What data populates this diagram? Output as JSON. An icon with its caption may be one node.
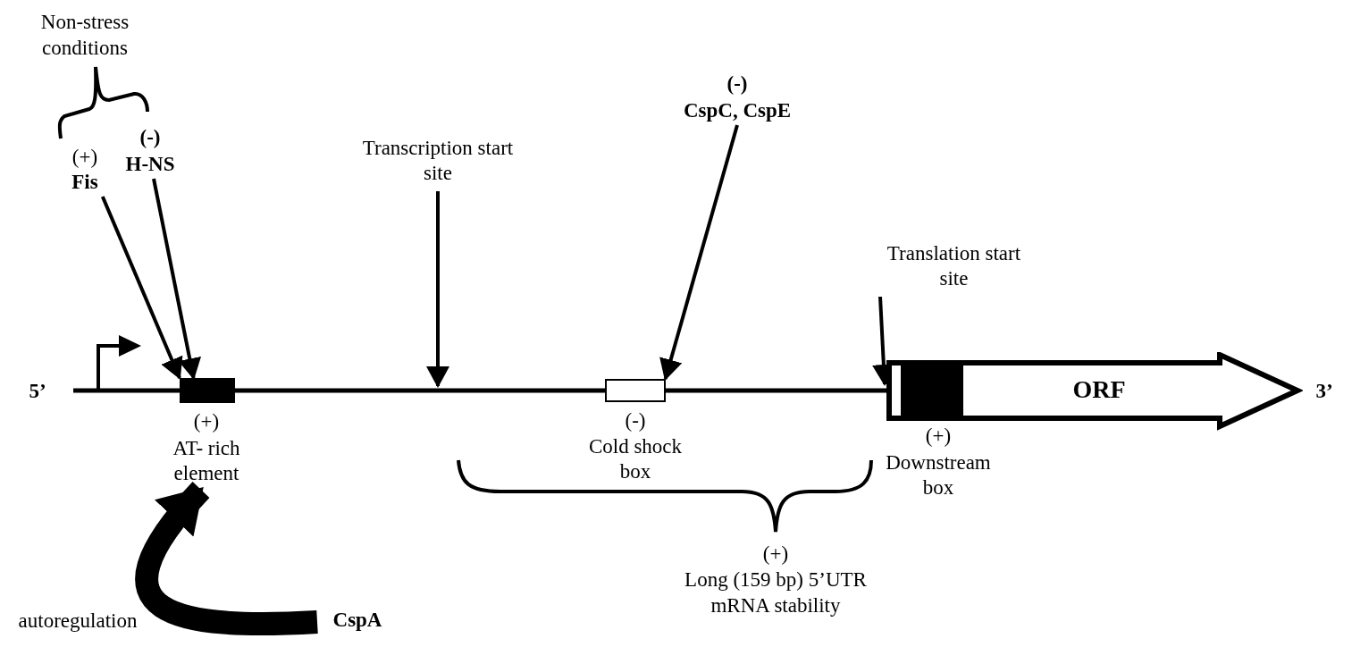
{
  "diagram": {
    "nodes": [
      {
        "text": [
          "(+)",
          "Fis"
        ]
      },
      {
        "text": [
          "(-)",
          "H-NS"
        ]
      },
      {
        "text": [
          "(-)",
          "CspC, CspE"
        ]
      },
      {
        "text": [
          "Transcription start site"
        ]
      },
      {
        "text": [
          "Translation start site"
        ]
      },
      {
        "text": [
          "(+)",
          "AT- rich element"
        ]
      },
      {
        "text": [
          "(-)",
          "Cold shock box"
        ]
      },
      {
        "text": [
          "ORF"
        ]
      },
      {
        "text": [
          "(+)",
          "Downstream box"
        ],
        "in": 7
      },
      {
        "text": [
          "CspA"
        ]
      }
    ],
    "edges": [
      {
        "from": 0,
        "to": 5,
        "arrow": "to"
      },
      {
        "from": 1,
        "to": 5,
        "arrow": "to"
      },
      {
        "from": 2,
        "to": 6,
        "arrow": "to"
      },
      {
        "from": 3,
        "to": null,
        "arrow": "to"
      },
      {
        "from": 4,
        "to": 7,
        "arrow": "to"
      },
      {
        "from": 9,
        "to": 5,
        "arrow": "to",
        "label": "autoregulation",
        "style": "thick"
      }
    ],
    "labels": [
      "Non-stress conditions",
      "5’",
      "3’",
      "(+)",
      "Long (159 bp) 5’UTR mRNA stability"
    ]
  }
}
